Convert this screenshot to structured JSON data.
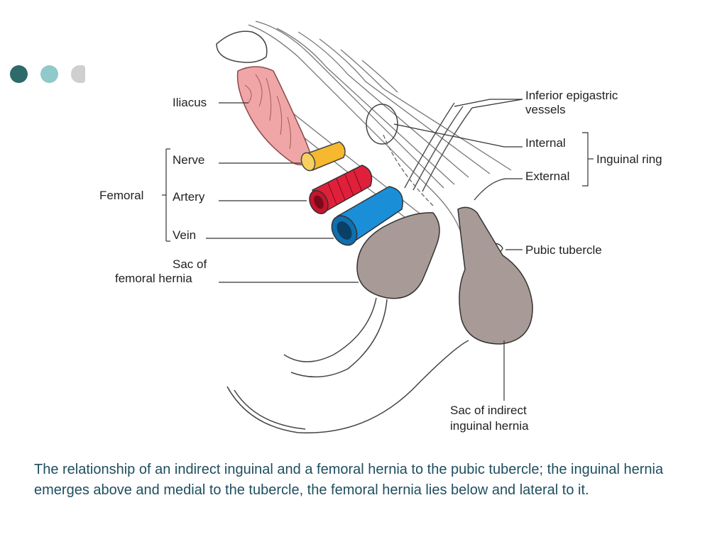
{
  "slide": {
    "dot_colors": [
      "#2d6a6a",
      "#8fc9c9",
      "#cfcfcf"
    ]
  },
  "diagram": {
    "labels": {
      "iliacus": "Iliacus",
      "femoral": "Femoral",
      "nerve": "Nerve",
      "artery": "Artery",
      "vein": "Vein",
      "sac_femoral_1": "Sac of",
      "sac_femoral_2": "femoral hernia",
      "inferior_epigastric_1": "Inferior epigastric",
      "inferior_epigastric_2": "vessels",
      "internal": "Internal",
      "external": "External",
      "inguinal_ring": "Inguinal ring",
      "pubic_tubercle": "Pubic tubercle",
      "sac_indirect_1": "Sac of indirect",
      "sac_indirect_2": "inguinal hernia"
    },
    "colors": {
      "iliacus": "#f0a6a6",
      "nerve": "#f5b82e",
      "artery": "#e0203a",
      "vein": "#1a8fd8",
      "sac": "#a89b97"
    }
  },
  "caption": "The relationship of an indirect inguinal and a femoral hernia to the pubic tubercle; the inguinal hernia emerges above and medial to the tubercle, the femoral hernia lies below and lateral to it."
}
